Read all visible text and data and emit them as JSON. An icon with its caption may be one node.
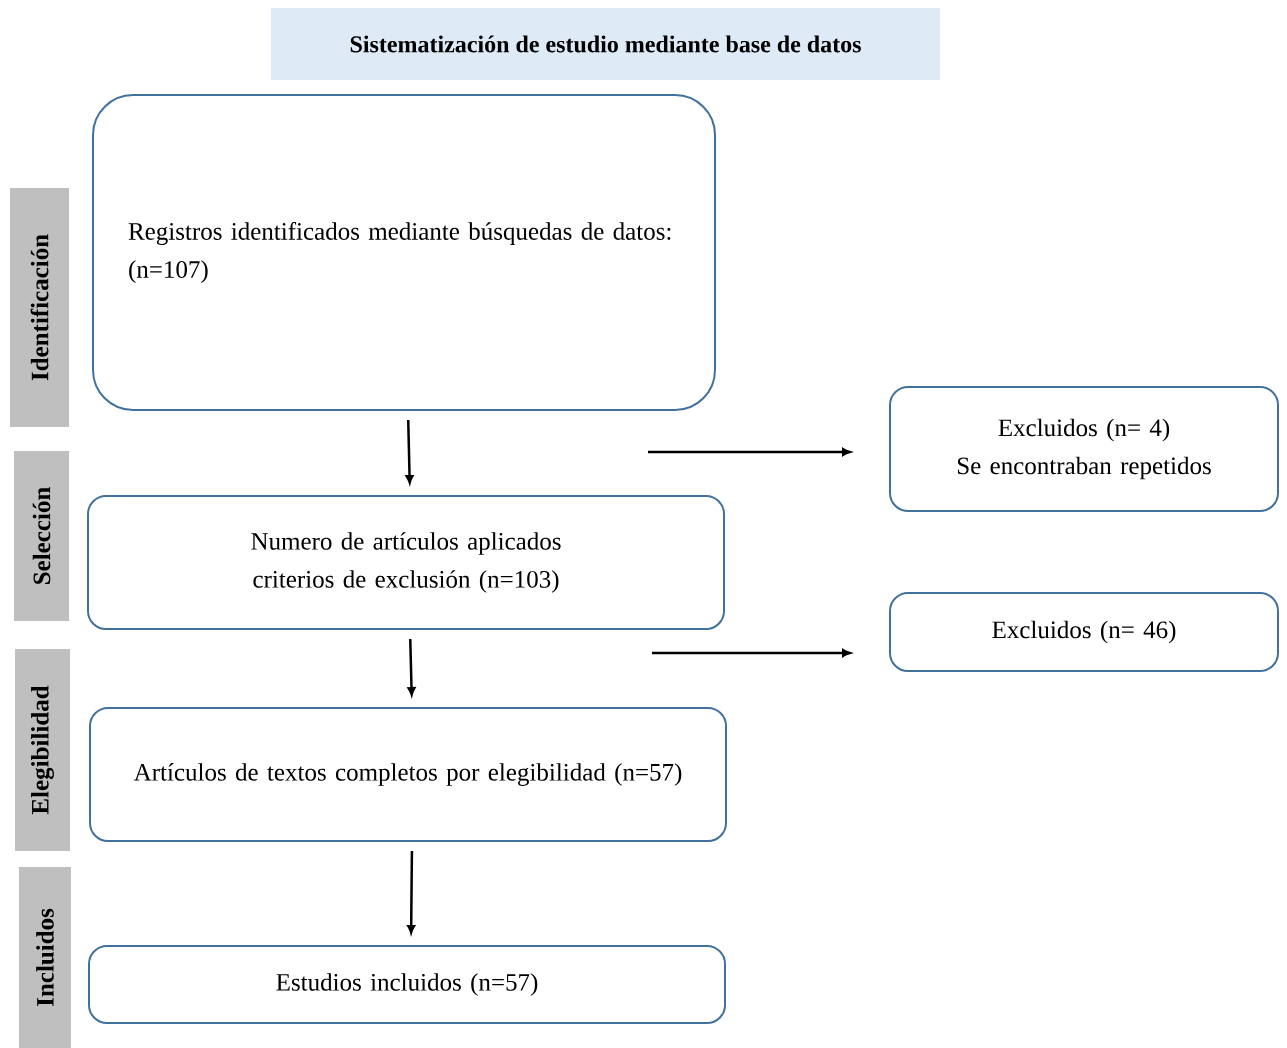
{
  "diagram": {
    "title": "Sistematización de estudio mediante base de datos",
    "nodes": [
      {
        "text": [
          "Registros identificados mediante búsquedas de datos: (n=107)"
        ]
      },
      {
        "text": [
          "Excluidos (n= 4)",
          "Se encontraban repetidos"
        ]
      },
      {
        "text": [
          "Numero de artículos aplicados criterios de exclusión (n=103)"
        ]
      },
      {
        "text": [
          "Excluidos (n= 46)"
        ]
      },
      {
        "text": [
          "Artículos de textos completos por elegibilidad (n=57)"
        ]
      },
      {
        "text": [
          "Estudios incluidos (n=57)"
        ]
      },
      {
        "text": [
          "Identificación"
        ]
      },
      {
        "text": [
          "Selección"
        ]
      },
      {
        "text": [
          "Elegibilidad"
        ]
      },
      {
        "text": [
          "Incluidos"
        ]
      }
    ],
    "edges": [
      {
        "from": 0,
        "to": 2,
        "arrow": "to"
      },
      {
        "from": null,
        "to": 1,
        "arrow": "to"
      },
      {
        "from": 2,
        "to": 4,
        "arrow": "to"
      },
      {
        "from": null,
        "to": 3,
        "arrow": "to"
      },
      {
        "from": 4,
        "to": 5,
        "arrow": "to"
      }
    ]
  }
}
